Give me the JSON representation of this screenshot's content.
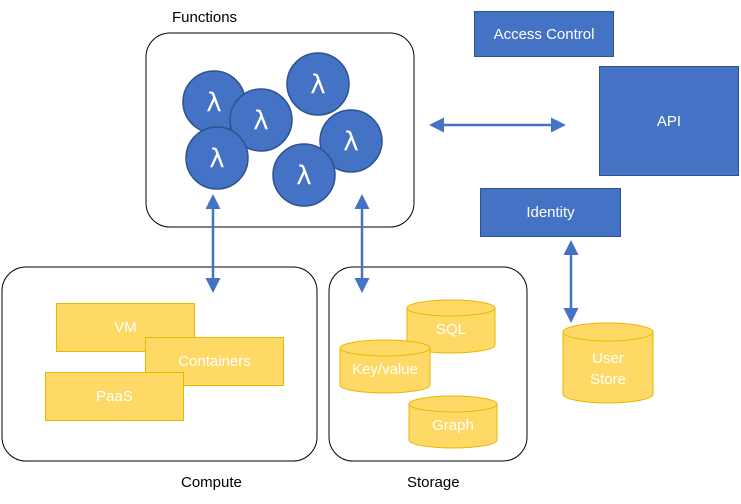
{
  "functions": {
    "title": "Functions",
    "lambdas": [
      "λ",
      "λ",
      "λ",
      "λ",
      "λ",
      "λ"
    ]
  },
  "access_control": {
    "label": "Access Control"
  },
  "api": {
    "label": "API"
  },
  "identity": {
    "label": "Identity"
  },
  "user_store": {
    "line1": "User",
    "line2": "Store"
  },
  "compute": {
    "title": "Compute",
    "items": [
      "VM",
      "Containers",
      "PaaS"
    ]
  },
  "storage": {
    "title": "Storage",
    "items": [
      "SQL",
      "Key/value",
      "Graph"
    ]
  },
  "colors": {
    "blue": "#4472c4",
    "blue_border": "#2f528f",
    "yellow": "#ffd966",
    "yellow_border": "#e6b800",
    "arrow": "#4472c4"
  }
}
